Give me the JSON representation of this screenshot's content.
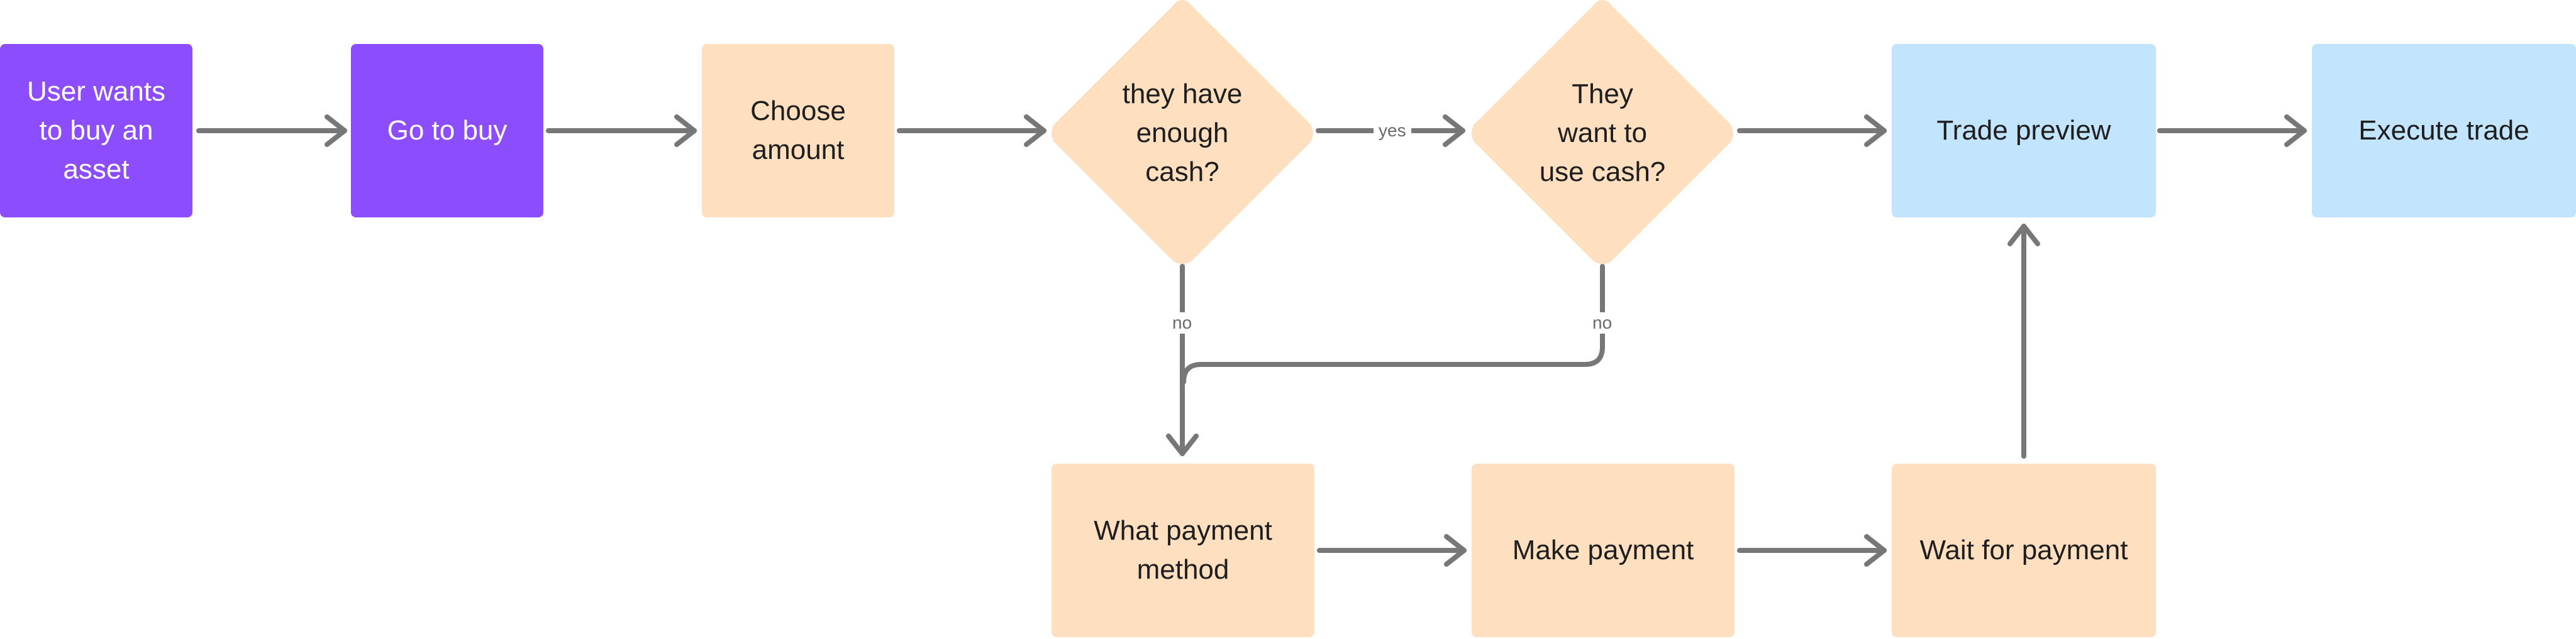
{
  "colors": {
    "start": "#8b4dfe",
    "process": "#fedfbf",
    "end": "#c2e4fd",
    "arrow": "#777777"
  },
  "nodes": {
    "user_wants": "User wants\nto buy an\nasset",
    "go_to_buy": "Go to buy",
    "choose_amount": "Choose\namount",
    "enough_cash": "they have\nenough\ncash?",
    "use_cash": "They\nwant to\nuse cash?",
    "trade_preview": "Trade preview",
    "execute_trade": "Execute trade",
    "payment_method": "What payment\nmethod",
    "make_payment": "Make payment",
    "wait_payment": "Wait for payment"
  },
  "edge_labels": {
    "yes": "yes",
    "no_left": "no",
    "no_right": "no"
  }
}
